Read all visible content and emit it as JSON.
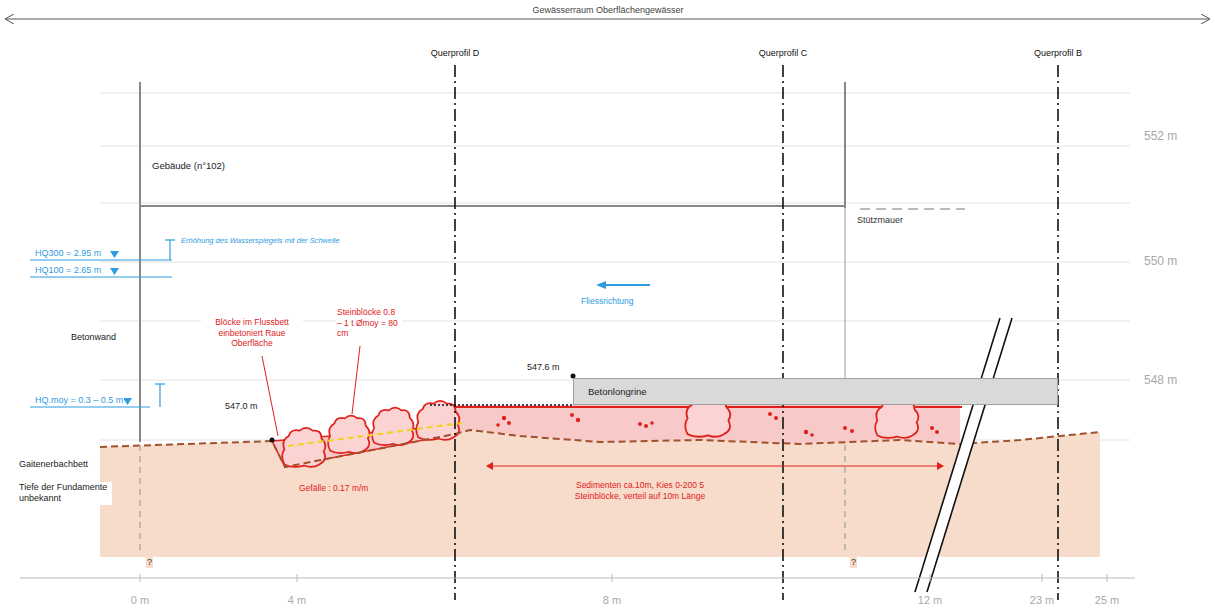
{
  "diagram": {
    "nodes": [
      {
        "text": [
          "Gebäude (n°102)"
        ]
      },
      {
        "text": [
          "Betonlongrine"
        ]
      }
    ],
    "labels": [
      "Gewässerraum Oberflächengewässer",
      "Querprofil D",
      "Querprofil C",
      "Querprofil B",
      "552 m",
      "550 m",
      "548 m",
      "Stützmauer",
      "Erhöhung des Wasserspiegels mit der Schwelle",
      "HQ300 = 2.95 m",
      "HQ100 = 2.65 m",
      "Fliessrichtung",
      "Betonwand",
      "Blöcke im Flussbett einbetoniert Raue Oberfläche",
      "Steinblöcke 0.8 – 1 t Ømoy = 80 cm",
      "HQ.moy = 0.3 – 0.5 m",
      "547.6 m",
      "547.0 m",
      "Gaitenerbachbett",
      "Tiefe der Fundamente unbekannt",
      "Gefälle : 0.17 m/m",
      "Sedimenten ca.10m, Kies 0-200 5 Steinblöcke, verteil auf 10m Länge",
      "?",
      "?",
      "0 m",
      "4 m",
      "8 m",
      "12 m",
      "23 m",
      "25 m"
    ]
  }
}
